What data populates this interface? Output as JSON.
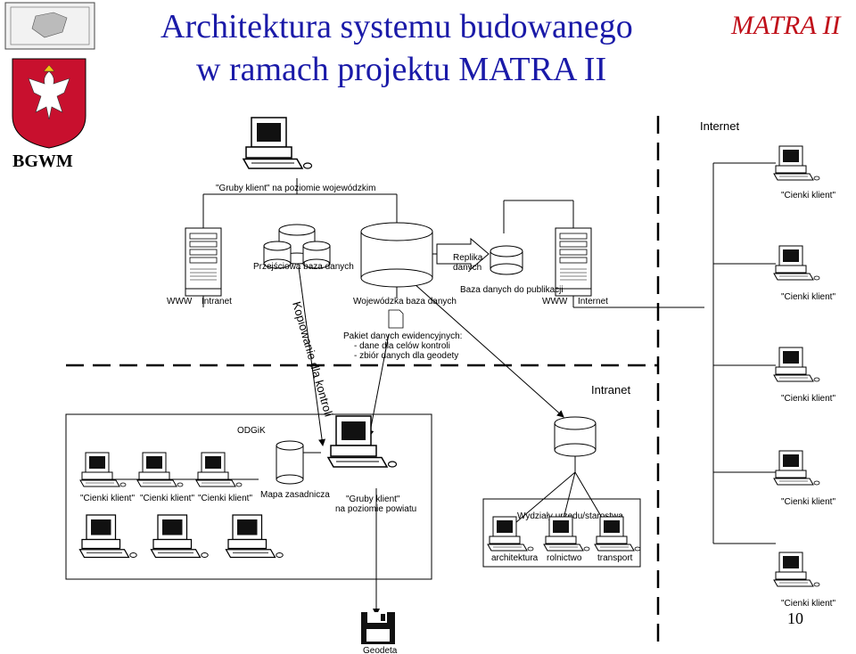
{
  "header": {
    "title_line1": "Architektura systemu budowanego",
    "title_line2": "w ramach projektu MATRA II",
    "brand": "MATRA II",
    "org": "BGWM",
    "slide_number": "10"
  },
  "colors": {
    "title": "#1a1aa8",
    "brand": "#c0101a",
    "emblem": "#c8102e"
  },
  "labels": {
    "gruby_woj": "\"Gruby klient\" na poziomie wojewódzkim",
    "cienki": "\"Cienki klient\"",
    "internet": "Internet",
    "intranet": "Intranet",
    "www": "WWW",
    "przejsciowa": "Przejściowa baza danych",
    "wojewodzka": "Wojewódzka baza danych",
    "replika_1": "Replika",
    "replika_2": "danych",
    "publikacja": "Baza danych do publikacji",
    "kopiowanie": "Kopiowanie dla kontroli",
    "pakiet_1": "Pakiet danych ewidencyjnych:",
    "pakiet_2": "- dane dla celów kontroli",
    "pakiet_3": "- zbiór danych dla geodety",
    "odgik": "ODGiK",
    "mapa": "Mapa zasadnicza",
    "gruby_pow_1": "\"Gruby klient\"",
    "gruby_pow_2": "na poziomie powiatu",
    "wydzialy": "Wydziały urzędu/starostwa",
    "architektura": "architektura",
    "rolnictwo": "rolnictwo",
    "transport": "transport",
    "geodeta": "Geodeta"
  },
  "icons": [
    "emblem-icon",
    "logo-icon",
    "desktop-computer-icon",
    "server-tower-icon",
    "database-icon",
    "document-icon",
    "floppy-disk-icon"
  ]
}
